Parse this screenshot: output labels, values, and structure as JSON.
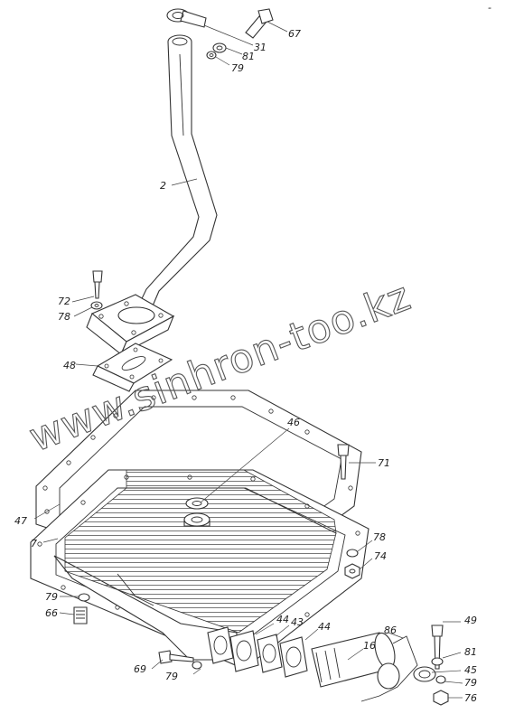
{
  "watermark": "www.sinhron-too.kz",
  "corner_mark": "-",
  "callouts": [
    "67",
    "31",
    "81",
    "79",
    "2",
    "72",
    "78",
    "48",
    "46",
    "71",
    "47",
    "7",
    "78",
    "74",
    "79",
    "66",
    "44",
    "43",
    "44",
    "86",
    "16",
    "49",
    "69",
    "79",
    "81",
    "45",
    "79",
    "76"
  ]
}
